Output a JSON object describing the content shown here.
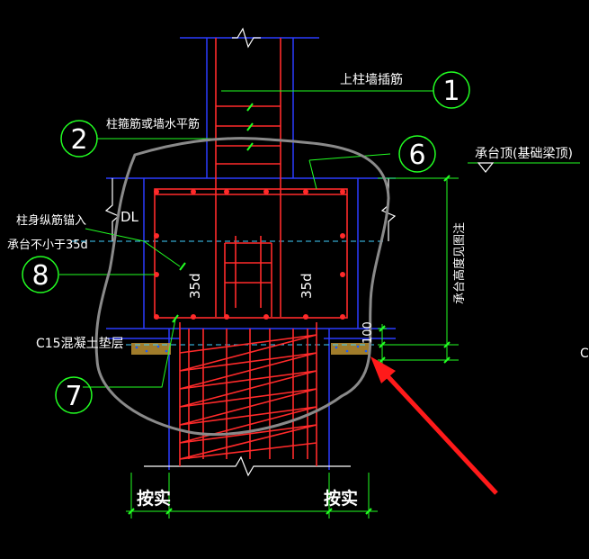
{
  "colors": {
    "background": "#000000",
    "rebar": "#ff2a2a",
    "outline": "#2a3cff",
    "dimension": "#22ff22",
    "text": "#ffffff",
    "axis_dash": "#3fd0ff",
    "sketch": "#8a8a8a",
    "arrow": "#ff1a1a",
    "concrete_fill": "#d6a63a"
  },
  "labels": {
    "column_dowel": "上柱墙插筋",
    "stirrup_or_wall_bar": "柱箍筋或墙水平筋",
    "pile_cap_top": "承台顶(基础梁顶)",
    "column_bar_anchor_line1": "柱身纵筋锚入",
    "column_bar_anchor_line2": "承台不小于35d",
    "dl": "DL",
    "cushion": "C15混凝土垫层",
    "anchor_35d_left": "35d",
    "anchor_35d_right": "35d",
    "dim_100": "100",
    "vertical_dim": "承台高度见图注",
    "as_built_left": "按实",
    "as_built_right": "按实",
    "edge_c": "C"
  },
  "callouts": {
    "c1": "1",
    "c2": "2",
    "c6": "6",
    "c7": "7",
    "c8": "8"
  }
}
